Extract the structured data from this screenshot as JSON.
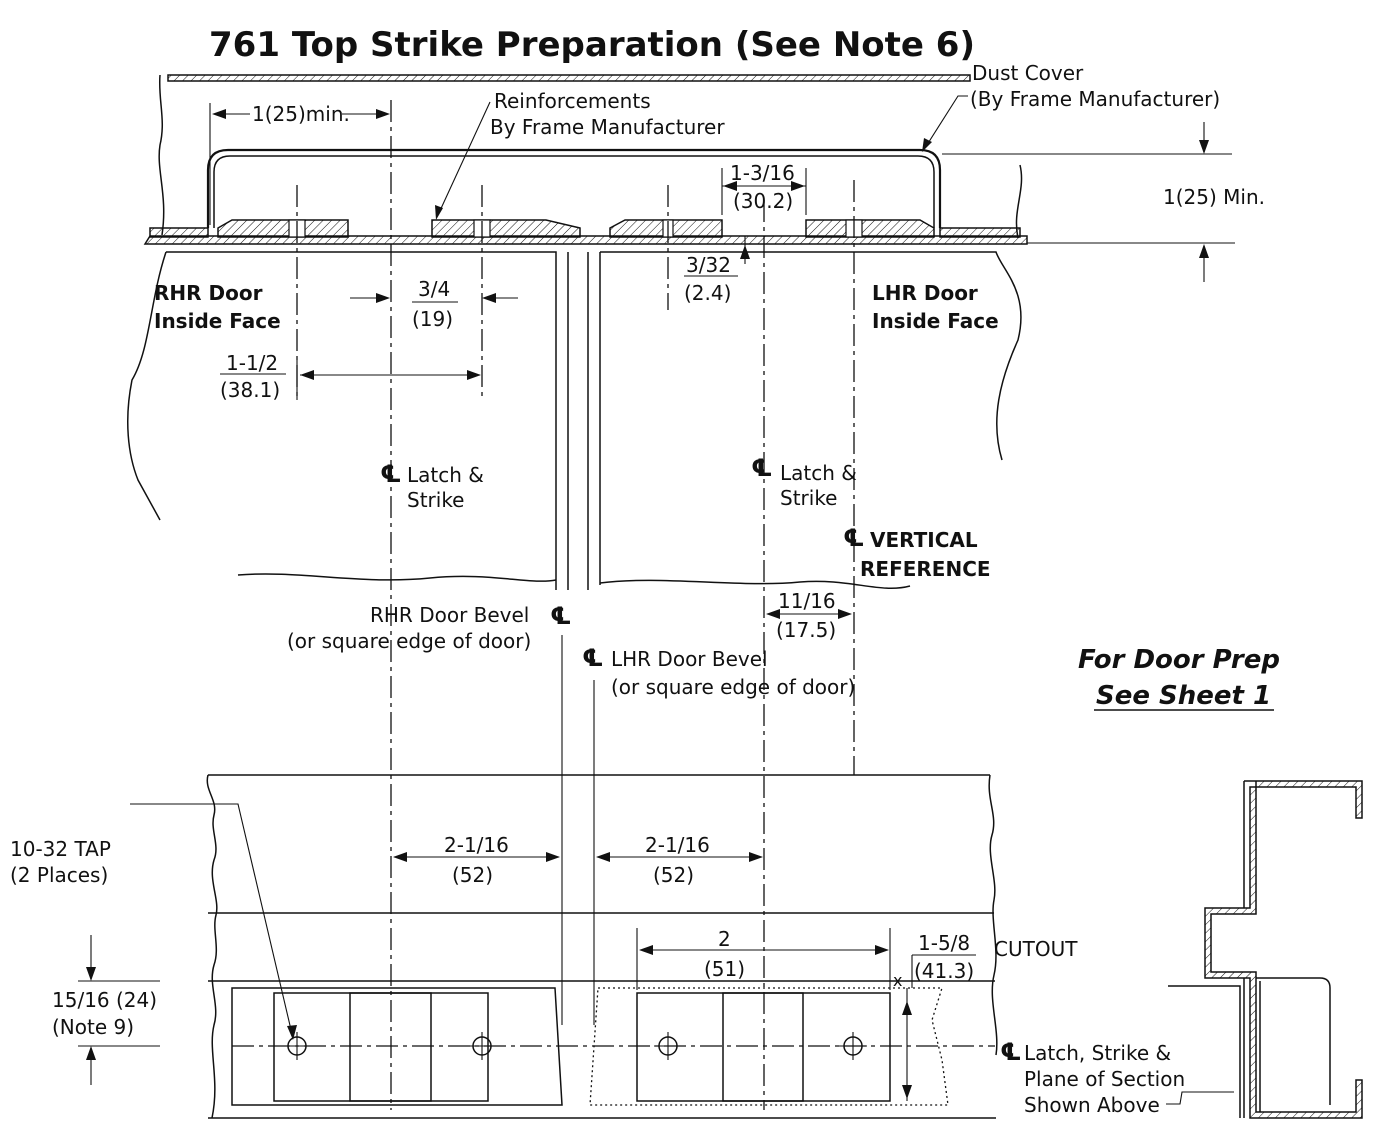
{
  "title": "761 Top Strike Preparation (See Note 6)",
  "labels": {
    "dust_cover_line1": "Dust Cover",
    "dust_cover_line2": "(By Frame Manufacturer)",
    "reinf_line1": "Reinforcements",
    "reinf_line2": "By Frame Manufacturer",
    "rhr_door_line1": "RHR Door",
    "rhr_door_line2": "Inside Face",
    "lhr_door_line1": "LHR Door",
    "lhr_door_line2": "Inside Face",
    "cl_symbol": "℄",
    "latch_strike_line1": "Latch &",
    "latch_strike_line2": "Strike",
    "vertical_ref_line1": "VERTICAL",
    "vertical_ref_line2": "REFERENCE",
    "rhr_bevel_line1": "RHR Door Bevel",
    "rhr_bevel_line2": "(or square edge of door)",
    "lhr_bevel_line1": "LHR Door Bevel",
    "lhr_bevel_line2": "(or square edge of door)",
    "door_prep_line1": "For Door Prep",
    "door_prep_line2": "See Sheet 1",
    "tap_line1": "10-32 TAP",
    "tap_line2": "(2 Places)",
    "cutout": "CUTOUT",
    "x_mark": "x",
    "bottom_cl_line1": "Latch, Strike &",
    "bottom_cl_line2": "Plane of Section",
    "bottom_cl_line3": "Shown Above"
  },
  "dimensions": {
    "min_1_25": "1(25)min.",
    "min_1_25_right": "1(25) Min.",
    "d_1_3_16": "1-3/16",
    "d_30_2": "(30.2)",
    "d_3_32": "3/32",
    "d_2_4": "(2.4)",
    "d_3_4": "3/4",
    "d_19": "(19)",
    "d_1_1_2": "1-1/2",
    "d_38_1": "(38.1)",
    "d_11_16": "11/16",
    "d_17_5": "(17.5)",
    "d_2_1_16_left": "2-1/16",
    "d_52_left": "(52)",
    "d_2_1_16_right": "2-1/16",
    "d_52_right": "(52)",
    "d_2": "2",
    "d_51": "(51)",
    "d_1_5_8": "1-5/8",
    "d_41_3": "(41.3)",
    "d_15_16": "15/16 (24)",
    "note_9": "(Note 9)"
  }
}
